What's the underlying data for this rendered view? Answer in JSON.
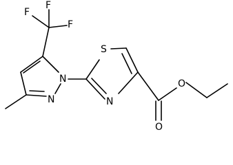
{
  "molecule": {
    "atoms": {
      "f_left": "F",
      "f_top": "F",
      "f_right": "F",
      "n_pyrazole_1": "N",
      "n_pyrazole_2": "N",
      "s_thiazole": "S",
      "n_thiazole": "N",
      "o_ether": "O",
      "o_carbonyl": "O"
    }
  },
  "colors": {
    "bond": "#000000",
    "label": "#000000",
    "background": "#ffffff"
  }
}
